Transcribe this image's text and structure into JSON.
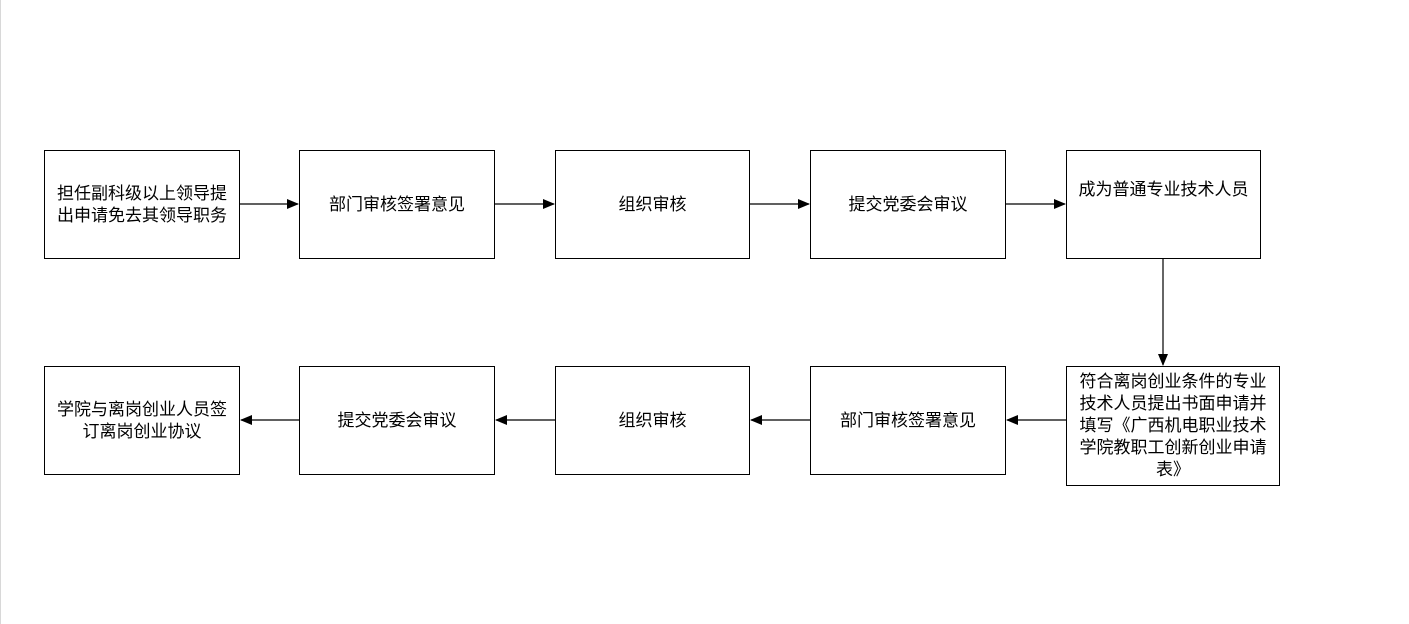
{
  "colors": {
    "stroke": "#000000",
    "fill": "#ffffff"
  },
  "nodes": {
    "n1": "担任副科级以上领导提出申请免去其领导职务",
    "n2": "部门审核签署意见",
    "n3": "组织审核",
    "n4": "提交党委会审议",
    "n5": "成为普通专业技术人员",
    "n6": "符合离岗创业条件的专业技术人员提出书面申请并填写《广西机电职业技术学院教职工创新创业申请表》",
    "n7": "部门审核签署意见",
    "n8": "组织审核",
    "n9": "提交党委会审议",
    "n10": "学院与离岗创业人员签订离岗创业协议"
  },
  "edges": [
    [
      "n1",
      "n2"
    ],
    [
      "n2",
      "n3"
    ],
    [
      "n3",
      "n4"
    ],
    [
      "n4",
      "n5"
    ],
    [
      "n5",
      "n6"
    ],
    [
      "n6",
      "n7"
    ],
    [
      "n7",
      "n8"
    ],
    [
      "n8",
      "n9"
    ],
    [
      "n9",
      "n10"
    ]
  ]
}
